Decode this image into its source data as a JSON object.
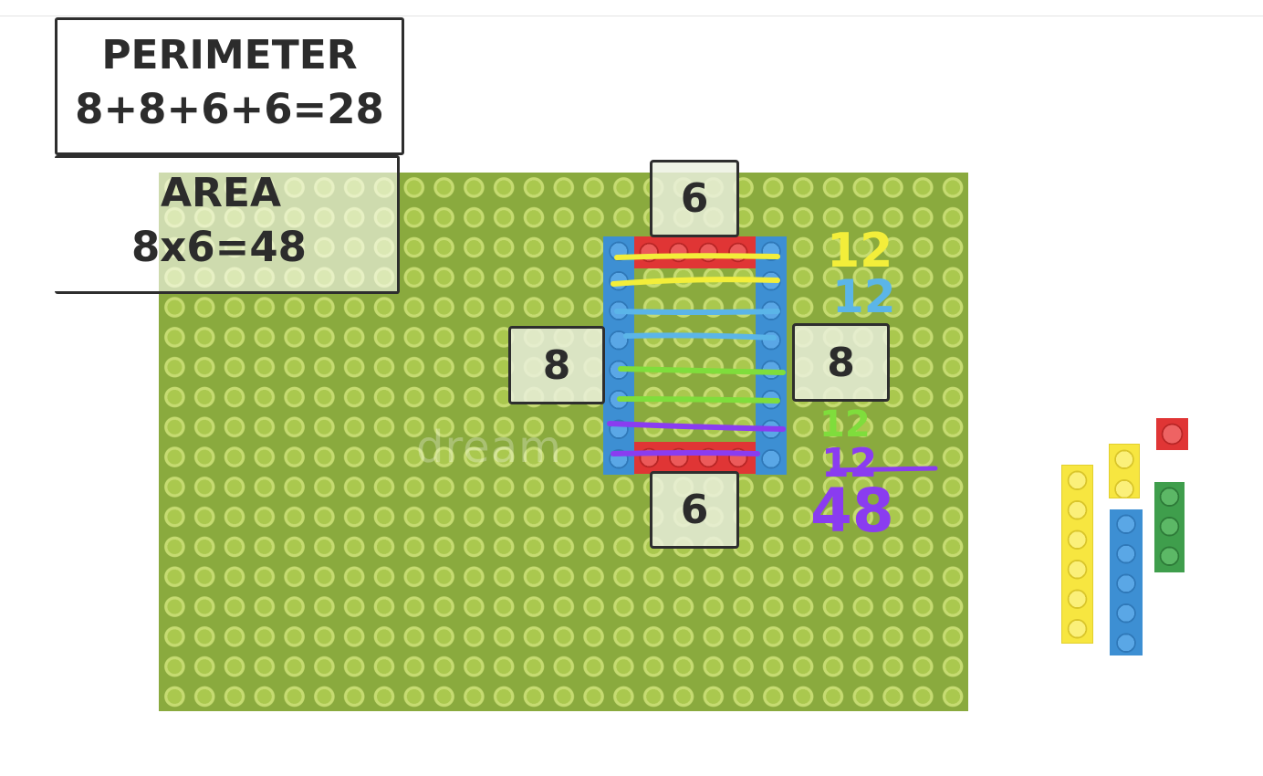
{
  "perimeter": {
    "title": "PERIMETER",
    "equation": "8+8+6+6=28"
  },
  "area": {
    "title": "AREA",
    "equation": "8x6=48"
  },
  "sides": {
    "top": "6",
    "bottom": "6",
    "left": "8",
    "right": "8"
  },
  "annotations": {
    "row_count_yellow": "12",
    "row_count_blue": "12",
    "row_count_green": "12",
    "row_count_purple": "12",
    "total": "48"
  },
  "watermark": "dream",
  "colors": {
    "baseplate": "#8aaa3e",
    "brick_blue": "#3d8fd3",
    "brick_red": "#e03535",
    "brick_yellow": "#f7e640",
    "brick_green": "#3f9e4c",
    "ink_yellow": "#f3ee3a",
    "ink_blue": "#5bb5e8",
    "ink_green": "#7fdd3c",
    "ink_purple": "#8a3cf0"
  }
}
